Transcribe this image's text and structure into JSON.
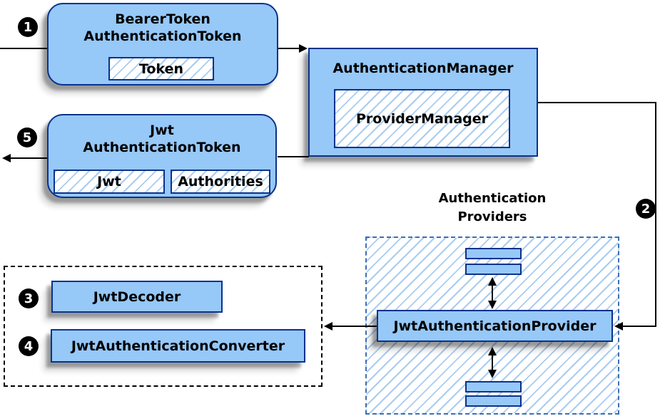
{
  "colors": {
    "node-fill": "#96c8f8",
    "node-stroke": "#0a328c",
    "hatch-line": "#aaccf0",
    "providers-dash": "#3c6eb4",
    "arrow": "#000000",
    "badge-bg": "#000000",
    "badge-text": "#ffffff"
  },
  "nodes": {
    "bearer_token": {
      "title": [
        "BearerToken",
        "AuthenticationToken"
      ],
      "field": "Token"
    },
    "authentication_manager": {
      "title": "AuthenticationManager",
      "inner": "ProviderManager"
    },
    "jwt_authentication_token": {
      "title": [
        "Jwt",
        "AuthenticationToken"
      ],
      "fields": [
        "Jwt",
        "Authorities"
      ]
    },
    "authentication_providers_group": {
      "label": [
        "Authentication",
        "Providers"
      ]
    },
    "jwt_authentication_provider": {
      "label": "JwtAuthenticationProvider"
    },
    "jwt_decoder": {
      "label": "JwtDecoder"
    },
    "jwt_authentication_converter": {
      "label": "JwtAuthenticationConverter"
    }
  },
  "badges": {
    "step1": "1",
    "step2": "2",
    "step3": "3",
    "step4": "4",
    "step5": "5"
  }
}
